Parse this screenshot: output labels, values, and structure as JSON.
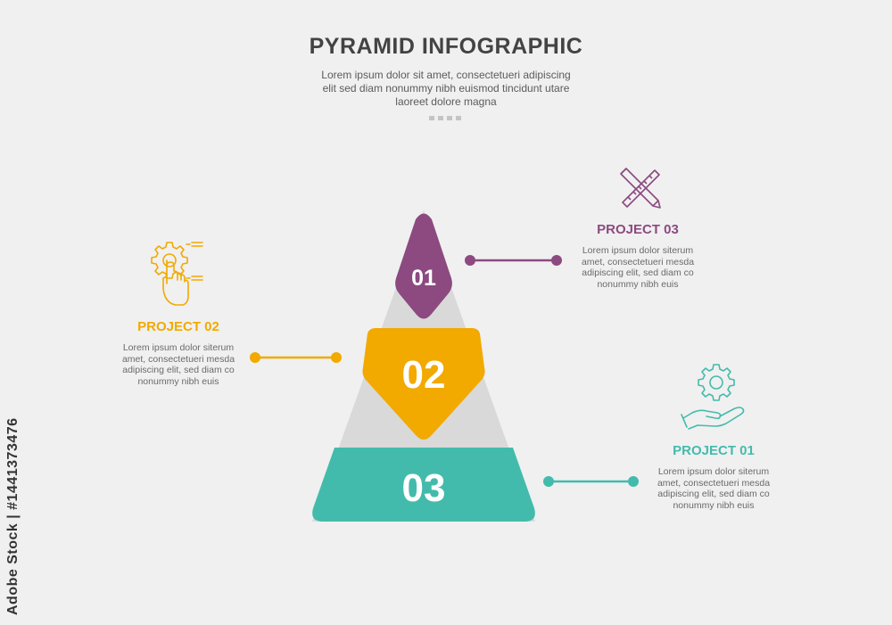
{
  "header": {
    "title": "PYRAMID INFOGRAPHIC",
    "subtitle_lines": [
      "Lorem ipsum dolor sit amet, consectetueri adipiscing",
      "elit sed diam nonummy nibh euismod tincidunt utare",
      "laoreet dolore magna"
    ]
  },
  "pyramid": {
    "levels": [
      {
        "number": "01",
        "color": "#8c4a80"
      },
      {
        "number": "02",
        "color": "#f2a900"
      },
      {
        "number": "03",
        "color": "#43bbac"
      }
    ],
    "background_color": "#d9d9d9"
  },
  "projects": [
    {
      "title": "PROJECT 03",
      "color": "#8c4a80",
      "icon": "pencil-ruler-icon",
      "desc_lines": [
        "Lorem ipsum dolor siterum",
        "amet, consectetueri mesda",
        "adipiscing elit, sed diam co",
        "nonummy nibh euis"
      ]
    },
    {
      "title": "PROJECT 02",
      "color": "#f2a900",
      "icon": "hand-gear-touch-icon",
      "desc_lines": [
        "Lorem ipsum dolor siterum",
        "amet, consectetueri mesda",
        "adipiscing elit, sed diam co",
        "nonummy nibh euis"
      ]
    },
    {
      "title": "PROJECT 01",
      "color": "#43bbac",
      "icon": "hand-gear-icon",
      "desc_lines": [
        "Lorem ipsum dolor siterum",
        "amet, consectetueri mesda",
        "adipiscing elit, sed diam co",
        "nonummy nibh euis"
      ]
    }
  ],
  "watermark": {
    "side_text": "Adobe Stock | #1441373476"
  }
}
